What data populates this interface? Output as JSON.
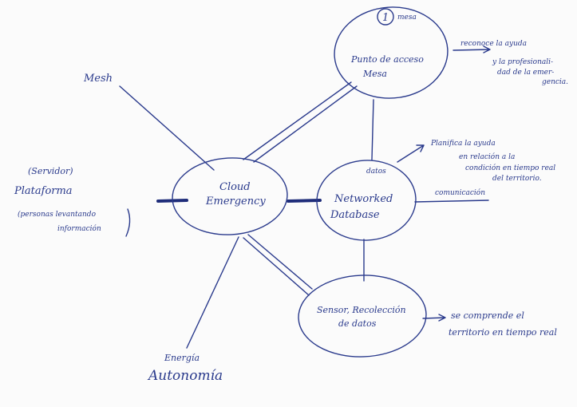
{
  "nodes": {
    "cloud": {
      "line1": "Cloud",
      "line2": "Emergency"
    },
    "access_point": {
      "number": "1",
      "number_suffix": "mesa",
      "line1": "Punto de acceso",
      "line2": "Mesa"
    },
    "database": {
      "line1": "Networked",
      "line2": "Database"
    },
    "sensor": {
      "line1": "Sensor, Recolección",
      "line2": "de datos"
    }
  },
  "labels": {
    "mesh": "Mesh",
    "servidor": "(Servidor)",
    "plataforma": "Plataforma",
    "personas_line1": "(personas levantando",
    "personas_line2": "información",
    "energia": "Energía",
    "autonomia": "Autonomía",
    "datos": "datos",
    "comunicacion": "comunicación"
  },
  "annotations": {
    "access": [
      "reconoce la ayuda",
      "y la profesionali-",
      "dad de la emer-",
      "gencia."
    ],
    "database": [
      "Planifica la ayuda",
      "en relación a la",
      "condición en tiempo real",
      "del territorio."
    ],
    "sensor": [
      "se comprende el",
      "territorio en tiempo real"
    ]
  }
}
